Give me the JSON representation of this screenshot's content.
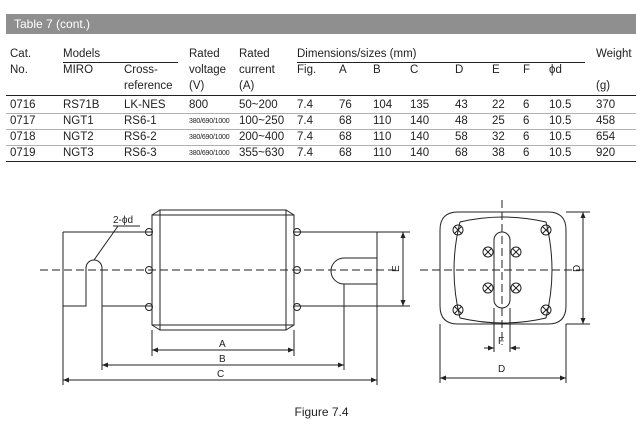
{
  "table": {
    "title": "Table 7 (cont.)",
    "headers": {
      "cat_1": "Cat.",
      "cat_2": "No.",
      "models": "Models",
      "miro": "MIRO",
      "cross_1": "Cross-",
      "cross_2": "reference",
      "voltage_1": "Rated",
      "voltage_2": "voltage",
      "voltage_3": "(V)",
      "current_1": "Rated",
      "current_2": "current",
      "current_3": "(A)",
      "dims": "Dimensions/sizes (mm)",
      "fig": "Fig.",
      "a": "A",
      "b": "B",
      "c": "C",
      "d": "D",
      "e": "E",
      "f": "F",
      "phid": "ϕd",
      "weight": "Weight",
      "weight_unit": "(g)"
    },
    "rows": [
      {
        "cat": "0716",
        "miro": "RS71B",
        "cross": "LK-NES",
        "voltage": "800",
        "current": "50~200",
        "fig": "7.4",
        "a": "76",
        "b": "104",
        "c": "135",
        "d": "43",
        "e": "22",
        "f": "6",
        "phid": "10.5",
        "weight": "370"
      },
      {
        "cat": "0717",
        "miro": "NGT1",
        "cross": "RS6-1",
        "voltage": "380/690/1000",
        "current": "100~250",
        "fig": "7.4",
        "a": "68",
        "b": "110",
        "c": "140",
        "d": "48",
        "e": "25",
        "f": "6",
        "phid": "10.5",
        "weight": "458"
      },
      {
        "cat": "0718",
        "miro": "NGT2",
        "cross": "RS6-2",
        "voltage": "380/690/1000",
        "current": "200~400",
        "fig": "7.4",
        "a": "68",
        "b": "110",
        "c": "140",
        "d": "58",
        "e": "32",
        "f": "6",
        "phid": "10.5",
        "weight": "654"
      },
      {
        "cat": "0719",
        "miro": "NGT3",
        "cross": "RS6-3",
        "voltage": "380/690/1000",
        "current": "355~630",
        "fig": "7.4",
        "a": "68",
        "b": "110",
        "c": "140",
        "d": "68",
        "e": "38",
        "f": "6",
        "phid": "10.5",
        "weight": "920"
      }
    ]
  },
  "figure": {
    "hole_label": "2-ϕd",
    "dim_a": "A",
    "dim_b": "B",
    "dim_c": "C",
    "dim_d_side": "D",
    "dim_d_bottom": "D",
    "dim_e": "E",
    "dim_f": "F",
    "caption": "Figure 7.4"
  }
}
